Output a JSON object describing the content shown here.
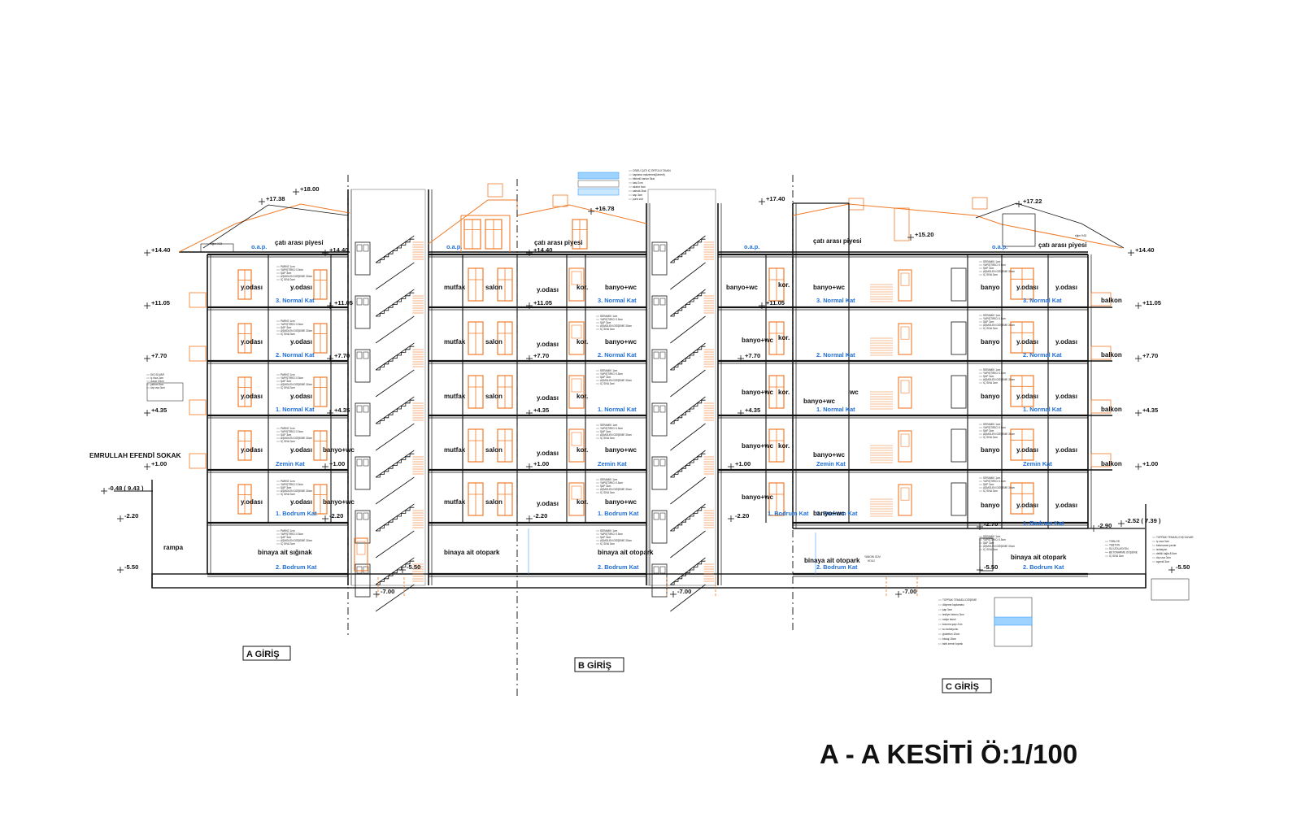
{
  "drawing": {
    "title": "A - A KESİTİ  Ö:1/100",
    "street": "EMRULLAH EFENDİ SOKAK",
    "entrances": [
      "A GİRİŞ",
      "B GİRİŞ",
      "C GİRİŞ"
    ]
  },
  "levels": {
    "left": [
      "+17.38",
      "+18.00",
      "+14.40",
      "+14.40",
      "+11.05",
      "+11.05",
      "+7.70",
      "+7.70",
      "+4.35",
      "+4.35",
      "+1.00",
      "+1.00",
      "-0.48 ( 9.43 )",
      "-2.20",
      "-2.20",
      "-5.50",
      "-5.50",
      "-7.00"
    ],
    "middle": [
      "+16.78",
      "+14.40",
      "+11.05",
      "+7.70",
      "+4.35",
      "+1.00",
      "-2.20",
      "-7.00"
    ],
    "right": [
      "+17.40",
      "+15.20",
      "+17.22",
      "+14.40",
      "+11.05",
      "+11.05",
      "+7.70",
      "+7.70",
      "+4.35",
      "+4.35",
      "+1.00",
      "+1.00",
      "-2.20",
      "-2.70",
      "-2.90",
      "-2.52 ( 7.39 )",
      "-5.50",
      "-5.50",
      "-7.00"
    ]
  },
  "floors": {
    "left": [
      "3. Normal Kat",
      "2. Normal Kat",
      "1. Normal Kat",
      "Zemin Kat",
      "1. Bodrum Kat",
      "2. Bodrum Kat"
    ],
    "middle": [
      "3. Normal Kat",
      "2. Normal Kat",
      "1. Normal Kat",
      "Zemin Kat",
      "1. Bodrum Kat",
      "2. Bodrum Kat"
    ],
    "right_a": [
      "3. Normal Kat",
      "2. Normal Kat",
      "1. Normal Kat",
      "Zemin Kat",
      "1. Bodrum Kat",
      "2. Bodrum Kat"
    ],
    "right_b": [
      "3. Normal Kat",
      "2. Normal Kat",
      "1. Normal Kat",
      "Zemin Kat",
      "1. Bodrum Kat",
      "2. Bodrum Kat"
    ]
  },
  "rooms": {
    "left": [
      "çatı arası piyesi",
      "y.odası",
      "y.odası",
      "y.odası",
      "y.odası",
      "y.odası",
      "y.odası",
      "y.odası",
      "y.odası",
      "banyo+wc",
      "y.odası",
      "y.odası",
      "banyo+wc",
      "rampa",
      "binaya ait sığınak"
    ],
    "middle": [
      "çatı arası piyesi",
      "mutfak",
      "salon",
      "y.odası",
      "kor.",
      "banyo+wc",
      "mutfak",
      "salon",
      "y.odası",
      "kor.",
      "banyo+wc",
      "mutfak",
      "salon",
      "y.odası",
      "kor.",
      "mutfak",
      "salon",
      "y.odası",
      "kor.",
      "banyo+wc",
      "mutfak",
      "salon",
      "y.odası",
      "kor.",
      "banyo+wc",
      "binaya ait otopark",
      "binaya ait otopark"
    ],
    "right": [
      "çatı arası piyesi",
      "çatı arası piyesi",
      "banyo+wc",
      "kor.",
      "banyo+wc",
      "banyo+wc",
      "kor.",
      "banyo+wc",
      "kor.",
      "banyo+wc",
      "wc",
      "banyo+wc",
      "kor.",
      "banyo+wc",
      "banyo+wc",
      "banyo+wc",
      "banyo",
      "y.odası",
      "y.odası",
      "balkon",
      "banyo",
      "y.odası",
      "y.odası",
      "balkon",
      "banyo",
      "y.odası",
      "y.odası",
      "balkon",
      "banyo",
      "y.odası",
      "y.odası",
      "balkon",
      "banyo",
      "y.odası",
      "y.odası",
      "binaya ait otopark",
      "binaya ait otopark"
    ]
  },
  "small_labels": {
    "oap": [
      "o.a.p.",
      "o.a.p.",
      "o.a.p.",
      "o.a.p."
    ],
    "slope": [
      "eğim %33",
      "eğim %33"
    ],
    "fire_corridor": [
      "YANGIN GÜV.",
      "HOLÜ"
    ]
  },
  "notes": {
    "roof": [
      "OSB'Lİ ÇATI İÇ ÖRTÜLÜ TAVAN",
      "kaplama malzemesi(kiremit)",
      "bitümlü karton 3kat",
      "kasi 2cm",
      "strafor 6cm",
      "sabrak 3kat",
      "sap 3cm",
      "poris volt"
    ],
    "floor": [
      "PARKE 1cm",
      "YAPIŞTIRICI 0.5cm",
      "ŞAP 3cm",
      "AŞMOLEN DÖŞEME 30cm",
      "İÇ SIVA 3cm"
    ],
    "wet": [
      "SERAMİK 1cm",
      "YAPIŞTIRICI 0.5cm",
      "ŞAP 3cm",
      "AŞMOLEN DÖŞEME 30cm",
      "İÇ SIVA 3cm"
    ],
    "wall": [
      "DIŞ SUVAR",
      "iç sıva 2cm",
      "duvar 19cm",
      "yalıtım 5cm",
      "dış sıva 3cm"
    ],
    "basement": [
      "TOPRAK TEMASLI DÖŞEME",
      "döşeme kaplaması",
      "şap 3cm",
      "tesfiye betonu 3cm",
      "radye temel",
      "koruma şapı 2cm",
      "su izolasyonu",
      "grobeton 10cm",
      "blokaj 15cm",
      "tabii zemin toprak"
    ],
    "retaining": [
      "TOPRAK TEMASLI DIŞ DUVAR",
      "iç sıva 3cm",
      "betonarme perde",
      "izolasyon",
      "delikli tuğla 8.5cm",
      "dış sıva 3cm",
      "sgorali 3cm"
    ],
    "side": [
      "TOBLOS",
      "TEBTON",
      "SU İZOLASYON",
      "BETONARME DÖŞEME",
      "İÇ SIVA 3cm"
    ]
  },
  "colors": {
    "structure": "#111111",
    "detail": "#f07a28",
    "floor_label": "#1f6fd8",
    "water": "#3fa0ff"
  }
}
